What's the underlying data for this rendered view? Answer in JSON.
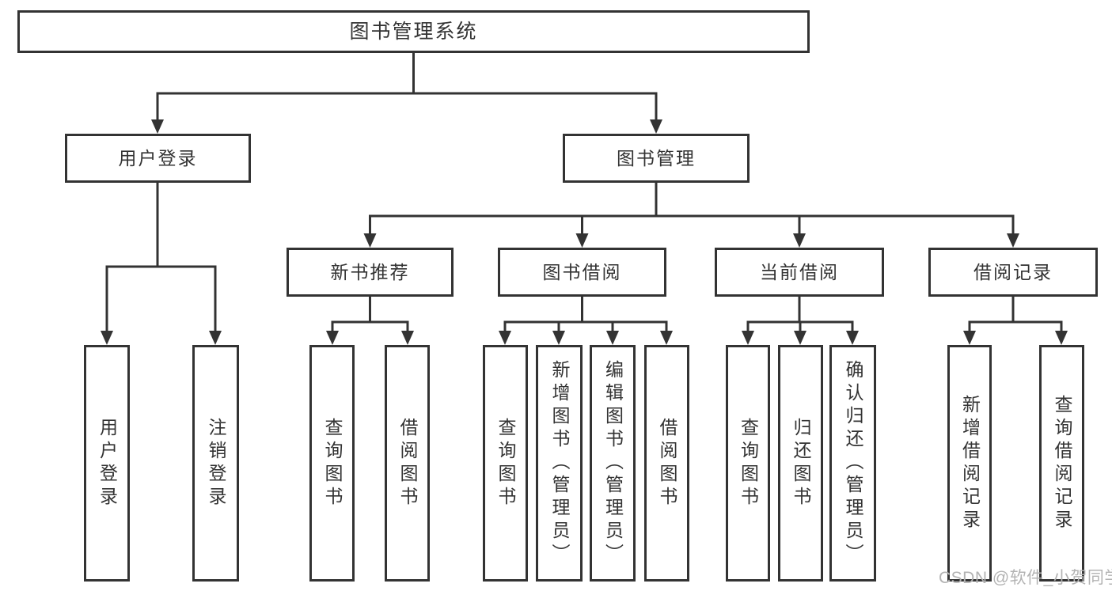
{
  "tree": {
    "label": "图书管理系统",
    "children": [
      {
        "label": "用户登录",
        "children": [
          {
            "label": "用户登录"
          },
          {
            "label": "注销登录"
          }
        ]
      },
      {
        "label": "图书管理",
        "children": [
          {
            "label": "新书推荐",
            "children": [
              {
                "label": "查询图书"
              },
              {
                "label": "借阅图书"
              }
            ]
          },
          {
            "label": "图书借阅",
            "children": [
              {
                "label": "查询图书"
              },
              {
                "label": "新增图书（管理员）"
              },
              {
                "label": "编辑图书（管理员）"
              },
              {
                "label": "借阅图书"
              }
            ]
          },
          {
            "label": "当前借阅",
            "children": [
              {
                "label": "查询图书"
              },
              {
                "label": "归还图书"
              },
              {
                "label": "确认归还（管理员）"
              }
            ]
          },
          {
            "label": "借阅记录",
            "children": [
              {
                "label": "新增借阅记录"
              },
              {
                "label": "查询借阅记录"
              }
            ]
          }
        ]
      }
    ]
  },
  "watermark": "CSDN @软件_小贺同学",
  "colors": {
    "line": "#333333",
    "node_border": "#333333",
    "text": "#333333",
    "background": "#ffffff",
    "watermark": "#b3b3b3"
  }
}
